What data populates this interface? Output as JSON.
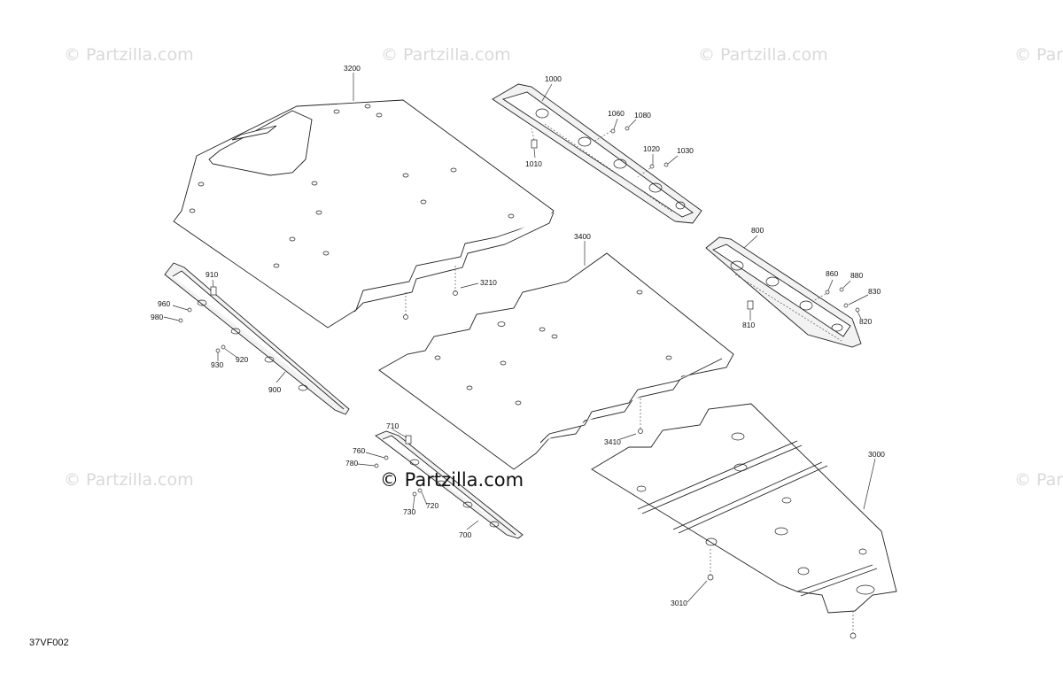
{
  "watermark": "© Partzilla.com",
  "diagram_code": "37VF002",
  "callouts": {
    "c3200": "3200",
    "c3210": "3210",
    "c3400": "3400",
    "c3410": "3410",
    "c3000": "3000",
    "c3010": "3010",
    "c1000": "1000",
    "c1010": "1010",
    "c1020": "1020",
    "c1030": "1030",
    "c1060": "1060",
    "c1080": "1080",
    "c800": "800",
    "c810": "810",
    "c820": "820",
    "c830": "830",
    "c860": "860",
    "c880": "880",
    "c900": "900",
    "c910": "910",
    "c920": "920",
    "c930": "930",
    "c960": "960",
    "c980": "980",
    "c700": "700",
    "c710": "710",
    "c720": "720",
    "c730": "730",
    "c760": "760",
    "c780": "780"
  }
}
